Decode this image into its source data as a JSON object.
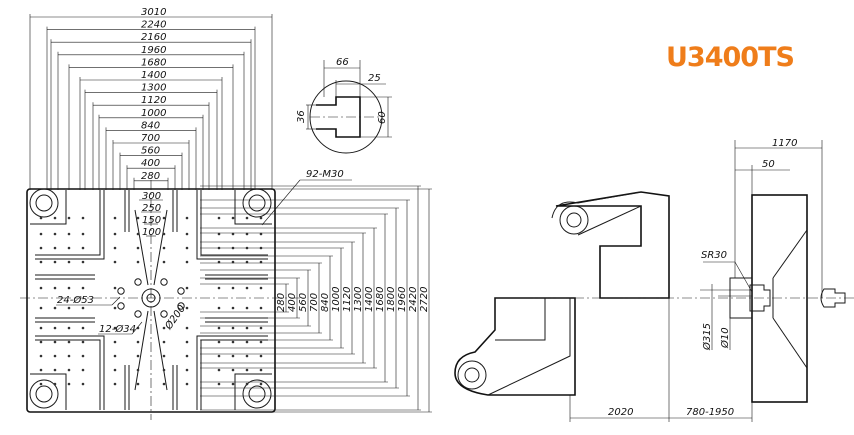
{
  "title": "U3400TS",
  "colors": {
    "title": "#ef7d1a",
    "line": "#1a1a1a",
    "background": "#ffffff"
  },
  "platen": {
    "horizontal_dims": [
      "3010",
      "2240",
      "2160",
      "1960",
      "1680",
      "1400",
      "1300",
      "1120",
      "1000",
      "840",
      "700",
      "560",
      "400",
      "280"
    ],
    "center_dims": [
      "300",
      "250",
      "150",
      "100"
    ],
    "vertical_dims": [
      "280",
      "400",
      "560",
      "700",
      "840",
      "1000",
      "1120",
      "1300",
      "1400",
      "1680",
      "1800",
      "1960",
      "2420",
      "2720"
    ],
    "thread_label": "92-M30",
    "hole_label_1": "24-Ø53",
    "hole_label_2": "12-Ø34",
    "center_hole_label": "Ø200"
  },
  "slot_detail": {
    "dims": [
      "66",
      "25",
      "36",
      "60"
    ]
  },
  "side_view": {
    "dims": [
      "1170",
      "50",
      "SR30",
      "Ø315",
      "Ø10",
      "2020",
      "780-1950"
    ]
  }
}
